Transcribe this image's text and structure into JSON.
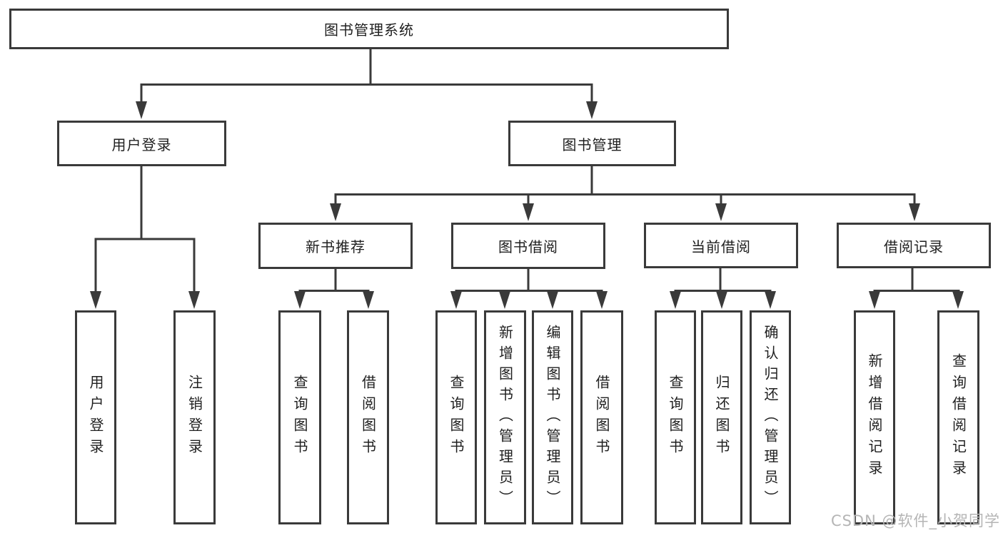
{
  "diagram": {
    "root": {
      "label": "图书管理系统"
    },
    "level1": {
      "user_login": {
        "label": "用户登录"
      },
      "book_mgmt": {
        "label": "图书管理"
      }
    },
    "level2": {
      "new_book": {
        "label": "新书推荐"
      },
      "book_borrow": {
        "label": "图书借阅"
      },
      "current_borrow": {
        "label": "当前借阅"
      },
      "borrow_record": {
        "label": "借阅记录"
      }
    },
    "leaves": {
      "login": "用户登录",
      "logout": "注销登录",
      "nb_query": "查询图书",
      "nb_borrow": "借阅图书",
      "bb_query": "查询图书",
      "bb_add": "新增图书（管理员）",
      "bb_edit": "编辑图书（管理员）",
      "bb_borrow": "借阅图书",
      "cb_query": "查询图书",
      "cb_return": "归还图书",
      "cb_confirm": "确认归还（管理员）",
      "br_add": "新增借阅记录",
      "br_query": "查询借阅记录"
    }
  },
  "watermark": "CSDN @软件_小贺同学",
  "colors": {
    "line": "#3a3a3a",
    "text": "#1f1f1f",
    "watermark": "#b5b5b5",
    "background": "#ffffff"
  }
}
